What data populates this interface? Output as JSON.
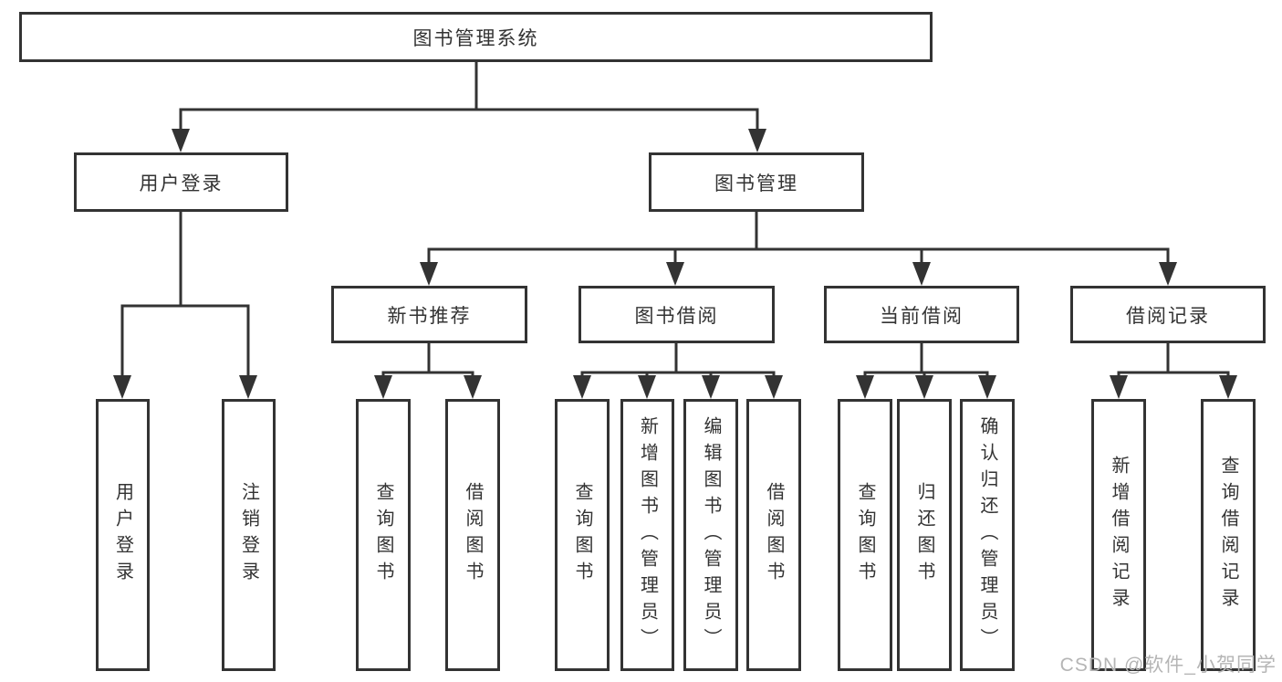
{
  "colors": {
    "line": "#333333",
    "text": "#333333",
    "background": "#ffffff",
    "watermark": "#b5b5b5"
  },
  "watermark": {
    "text": "CSDN @软件_小贺同学"
  },
  "diagram": {
    "root": {
      "label": "图书管理系统"
    },
    "branches": [
      {
        "label": "用户登录",
        "children": [
          {
            "label": "用户登录"
          },
          {
            "label": "注销登录"
          }
        ]
      },
      {
        "label": "图书管理",
        "children": [
          {
            "label": "新书推荐",
            "children": [
              {
                "label": "查询图书"
              },
              {
                "label": "借阅图书"
              }
            ]
          },
          {
            "label": "图书借阅",
            "children": [
              {
                "label": "查询图书"
              },
              {
                "label": "新增图书（管理员）"
              },
              {
                "label": "编辑图书（管理员）"
              },
              {
                "label": "借阅图书"
              }
            ]
          },
          {
            "label": "当前借阅",
            "children": [
              {
                "label": "查询图书"
              },
              {
                "label": "归还图书"
              },
              {
                "label": "确认归还（管理员）"
              }
            ]
          },
          {
            "label": "借阅记录",
            "children": [
              {
                "label": "新增借阅记录"
              },
              {
                "label": "查询借阅记录"
              }
            ]
          }
        ]
      }
    ]
  }
}
